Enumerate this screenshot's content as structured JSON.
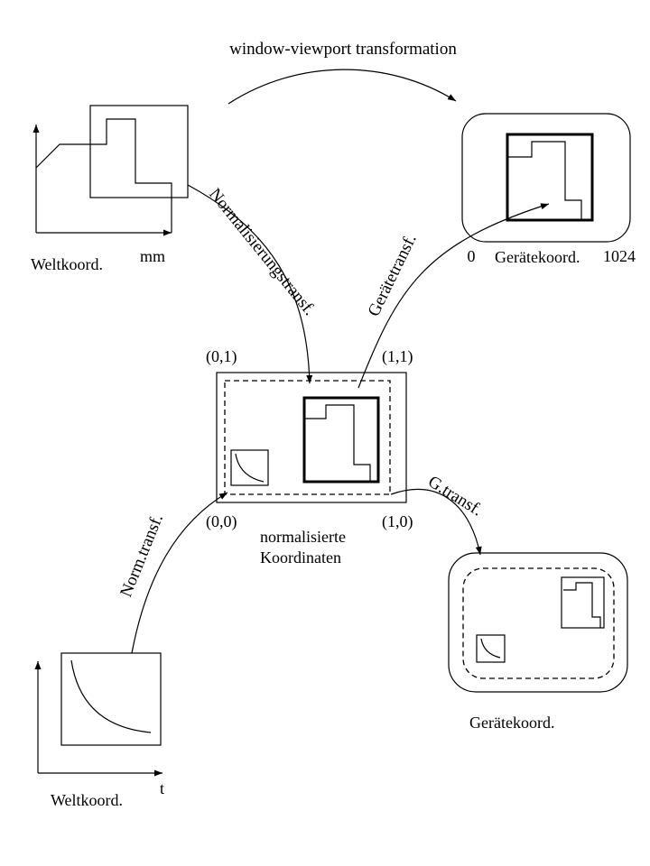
{
  "labels": {
    "top_title": "window-viewport transformation",
    "world_coord_top": "Weltkoord.",
    "unit_mm": "mm",
    "normalization_transf": "Normalisierungstransf.",
    "device_transf": "Gerätetransf.",
    "device_coord_top": "Gerätekoord.",
    "device_x_min": "0",
    "device_x_max": "1024",
    "corner_top_left": "(0,1)",
    "corner_top_right": "(1,1)",
    "corner_bottom_left": "(0,0)",
    "corner_bottom_right": "(1,0)",
    "normalized_line1": "normalisierte",
    "normalized_line2": "Koordinaten",
    "g_transf": "G.transf.",
    "norm_transf": "Norm.transf.",
    "device_coord_bottom": "Gerätekoord.",
    "world_coord_bottom": "Weltkoord.",
    "unit_t": "t"
  }
}
